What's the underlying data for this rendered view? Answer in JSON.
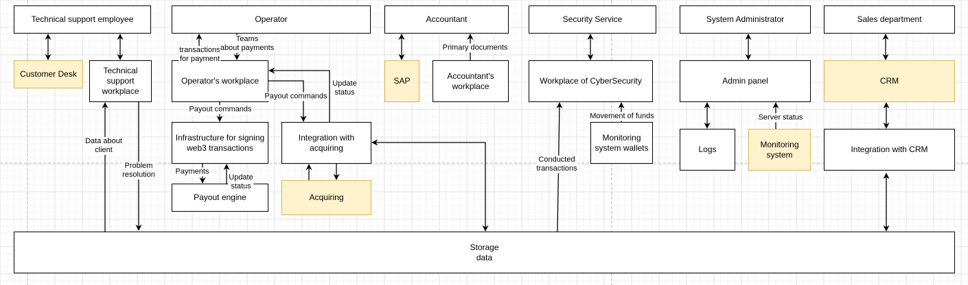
{
  "diagram": {
    "nodes": {
      "tech_employee": {
        "label": "Technical support employee",
        "style": "plain"
      },
      "operator": {
        "label": "Operator",
        "style": "plain"
      },
      "accountant": {
        "label": "Accountant",
        "style": "plain"
      },
      "security": {
        "label": "Security Service",
        "style": "plain"
      },
      "sysadmin": {
        "label": "System Administrator",
        "style": "plain"
      },
      "sales": {
        "label": "Sales department",
        "style": "plain"
      },
      "customer_desk": {
        "label": "Customer Desk",
        "style": "highlight"
      },
      "tech_workplace": {
        "label": "Technical support workplace",
        "style": "plain"
      },
      "operator_workplace": {
        "label": "Operator's workplace",
        "style": "plain"
      },
      "sap": {
        "label": "SAP",
        "style": "highlight"
      },
      "accountant_workplace": {
        "label": "Accountant's workplace",
        "style": "plain"
      },
      "cyber_workplace": {
        "label": "Workplace of CyberSecurity",
        "style": "plain"
      },
      "admin_panel": {
        "label": "Admin panel",
        "style": "plain"
      },
      "crm": {
        "label": "CRM",
        "style": "highlight"
      },
      "web3_infra": {
        "label": "Infrastructure for signing web3 transactions",
        "style": "plain"
      },
      "acq_integration": {
        "label": "Integration with acquiring",
        "style": "plain"
      },
      "monitoring_wallets": {
        "label": "Monitoring system wallets",
        "style": "plain"
      },
      "logs": {
        "label": "Logs",
        "style": "plain"
      },
      "monitoring_system": {
        "label": "Monitoring system",
        "style": "highlight"
      },
      "crm_integration": {
        "label": "Integration with CRM",
        "style": "plain"
      },
      "payout_engine": {
        "label": "Payout engine",
        "style": "plain"
      },
      "acquiring": {
        "label": "Acquiring",
        "style": "highlight"
      },
      "storage": {
        "label": "Storage\ndata",
        "style": "plain"
      }
    },
    "edge_labels": {
      "transactions_for_payment": "transactions\nfor payment",
      "teams_about_payments": "Teams\nabout payments",
      "primary_documents": "Primary documents",
      "payout_commands_1": "Payout commands",
      "payout_commands_2": "Payout commands",
      "update_status_1": "Update\nstatus",
      "update_status_2": "Update\nstatus",
      "payments": "Payments",
      "data_about_client": "Data about\nclient",
      "problem_resolution": "Problem\nresolution",
      "movement_of_funds": "Movement of funds",
      "conducted_transactions": "Conducted\ntransactions",
      "server_status": "Server status"
    },
    "edges": [
      {
        "from": "tech_employee",
        "to": "customer_desk",
        "dir": "both"
      },
      {
        "from": "tech_employee",
        "to": "tech_workplace",
        "dir": "both"
      },
      {
        "from": "operator_workplace",
        "to": "operator",
        "dir": "forward",
        "label": "transactions_for_payment"
      },
      {
        "from": "operator",
        "to": "operator_workplace",
        "dir": "forward",
        "label": "teams_about_payments"
      },
      {
        "from": "accountant",
        "to": "sap",
        "dir": "both"
      },
      {
        "from": "accountant_workplace",
        "to": "accountant",
        "dir": "forward",
        "label": "primary_documents"
      },
      {
        "from": "security",
        "to": "cyber_workplace",
        "dir": "both"
      },
      {
        "from": "sysadmin",
        "to": "admin_panel",
        "dir": "both"
      },
      {
        "from": "sales",
        "to": "crm",
        "dir": "both"
      },
      {
        "from": "operator_workplace",
        "to": "web3_infra",
        "dir": "forward",
        "label": "payout_commands_1"
      },
      {
        "from": "operator_workplace",
        "to": "acq_integration",
        "dir": "forward",
        "label": "payout_commands_2"
      },
      {
        "from": "acq_integration",
        "to": "operator_workplace",
        "dir": "forward",
        "label": "update_status_1"
      },
      {
        "from": "web3_infra",
        "to": "payout_engine",
        "dir": "forward",
        "label": "payments"
      },
      {
        "from": "payout_engine",
        "to": "web3_infra",
        "dir": "forward",
        "label": "update_status_2"
      },
      {
        "from": "acquiring",
        "to": "acq_integration",
        "dir": "forward"
      },
      {
        "from": "acq_integration",
        "to": "acquiring",
        "dir": "forward"
      },
      {
        "from": "storage",
        "to": "acq_integration",
        "dir": "both"
      },
      {
        "from": "storage",
        "to": "tech_workplace",
        "dir": "forward",
        "label": "data_about_client"
      },
      {
        "from": "tech_workplace",
        "to": "storage",
        "dir": "forward",
        "label": "problem_resolution"
      },
      {
        "from": "monitoring_wallets",
        "to": "cyber_workplace",
        "dir": "forward",
        "label": "movement_of_funds"
      },
      {
        "from": "storage",
        "to": "cyber_workplace",
        "dir": "forward",
        "label": "conducted_transactions"
      },
      {
        "from": "admin_panel",
        "to": "logs",
        "dir": "both"
      },
      {
        "from": "monitoring_system",
        "to": "admin_panel",
        "dir": "forward",
        "label": "server_status"
      },
      {
        "from": "crm",
        "to": "crm_integration",
        "dir": "both"
      },
      {
        "from": "storage",
        "to": "crm_integration",
        "dir": "both"
      }
    ]
  },
  "colors": {
    "highlight_fill": "#fff2cc",
    "highlight_stroke": "#d6b656",
    "plain_fill": "#ffffff",
    "stroke": "#000000"
  }
}
